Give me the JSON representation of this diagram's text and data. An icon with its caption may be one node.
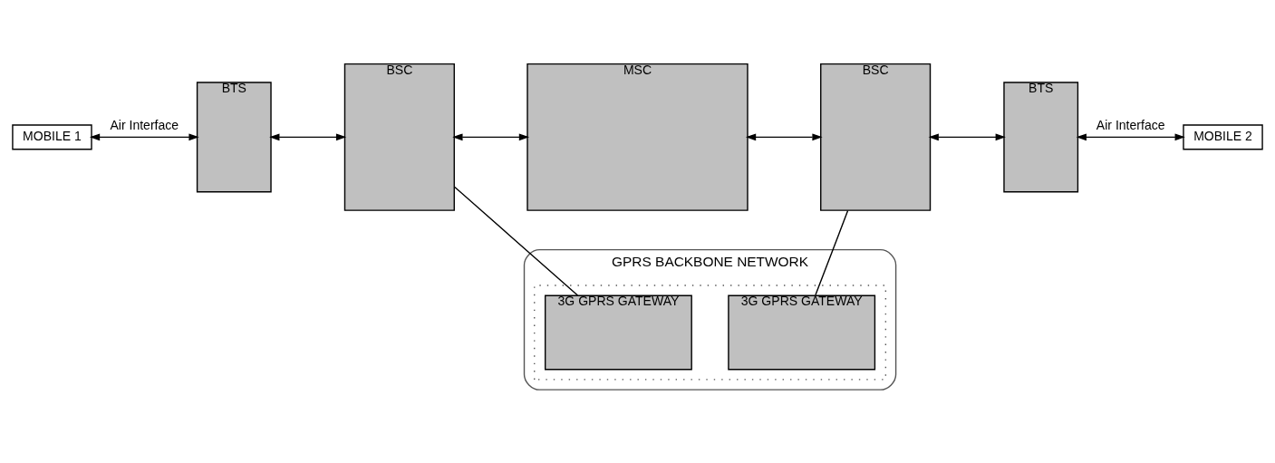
{
  "diagram": {
    "nodes": [
      {
        "text": [
          "MOBILE 1"
        ]
      },
      {
        "text": [
          "BTS"
        ]
      },
      {
        "text": [
          "BSC"
        ]
      },
      {
        "text": [
          "MSC"
        ]
      },
      {
        "text": [
          "BSC"
        ]
      },
      {
        "text": [
          "BTS"
        ]
      },
      {
        "text": [
          "MOBILE 2"
        ]
      },
      {
        "text": [
          "GPRS BACKBONE NETWORK"
        ]
      },
      {
        "text": [],
        "shape": "box",
        "in": 7
      },
      {
        "text": [
          "3G GPRS GATEWAY"
        ],
        "in": 8
      },
      {
        "text": [
          "3G GPRS GATEWAY"
        ],
        "in": 8
      }
    ],
    "edges": [
      {
        "from": 0,
        "to": 1,
        "arrow": "both",
        "label": "Air Interface"
      },
      {
        "from": 1,
        "to": 2,
        "arrow": "both"
      },
      {
        "from": 2,
        "to": 3,
        "arrow": "both"
      },
      {
        "from": 3,
        "to": 4,
        "arrow": "both"
      },
      {
        "from": 4,
        "to": 5,
        "arrow": "both"
      },
      {
        "from": 5,
        "to": 6,
        "arrow": "both",
        "label": "Air Interface"
      },
      {
        "from": 2,
        "to": 9,
        "arrow": "none"
      },
      {
        "from": 4,
        "to": 10,
        "arrow": "none"
      }
    ]
  }
}
